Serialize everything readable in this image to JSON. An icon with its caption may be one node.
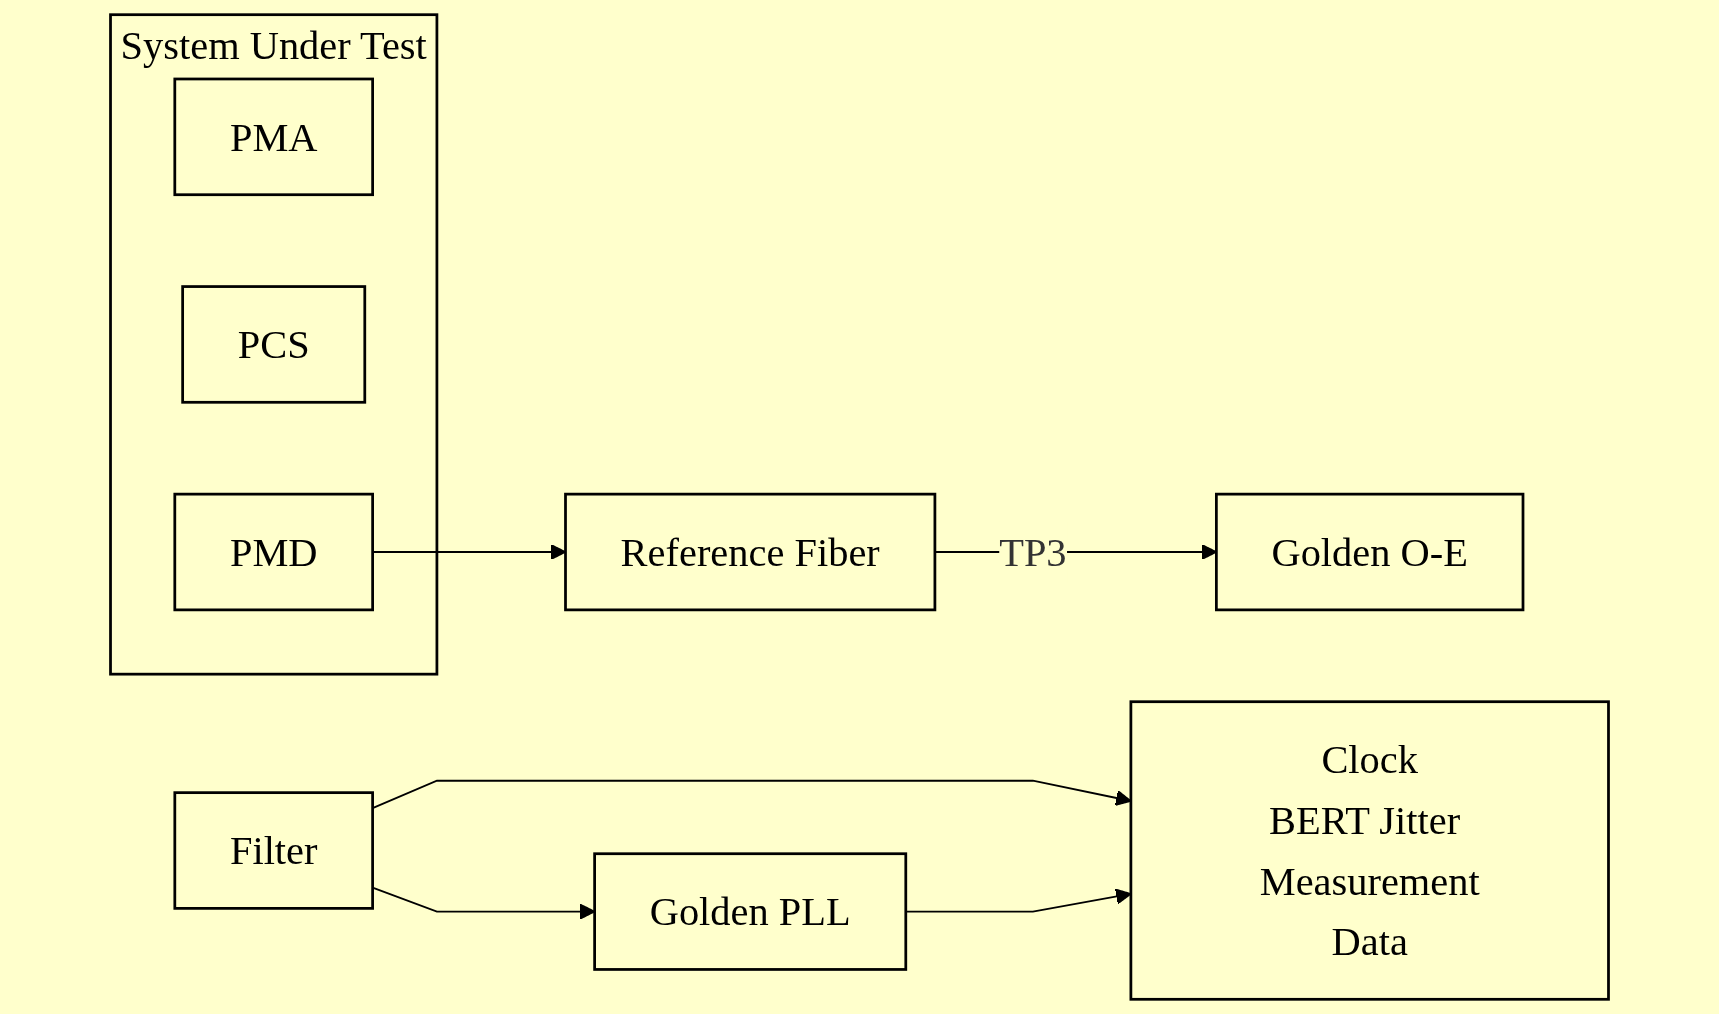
{
  "diagram": {
    "nodes": [
      {
        "text": [
          "System Under Test"
        ]
      },
      {
        "text": [
          "PMA"
        ],
        "in": 0
      },
      {
        "text": [
          "PCS"
        ],
        "in": 0
      },
      {
        "text": [
          "PMD"
        ],
        "in": 0
      },
      {
        "text": [
          "Golden PLL"
        ]
      },
      {
        "text": [
          "Clock",
          "BERT Jitter Measurement",
          "Data"
        ]
      },
      {
        "text": [
          "Filter"
        ]
      },
      {
        "text": [
          "Golden O-E"
        ]
      },
      {
        "text": [
          "Reference Fiber"
        ]
      }
    ],
    "edges": [
      {
        "from": 3,
        "to": 8,
        "arrow": "to"
      },
      {
        "from": 8,
        "to": 7,
        "arrow": "to",
        "label": "TP3"
      },
      {
        "from": 6,
        "to": 4,
        "arrow": "to"
      },
      {
        "from": 6,
        "to": 5,
        "arrow": "to"
      },
      {
        "from": 4,
        "to": 5,
        "arrow": "to"
      }
    ]
  }
}
